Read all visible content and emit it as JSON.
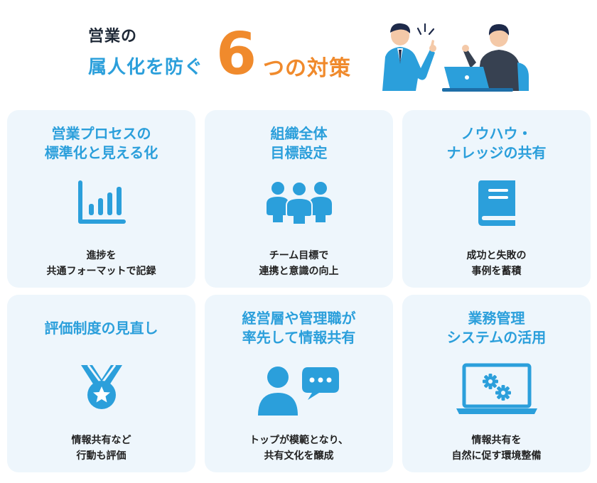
{
  "title": {
    "line1": "営業の",
    "line2": "属人化を防ぐ",
    "number": "6",
    "suffix": "つの対策"
  },
  "colors": {
    "accent_blue": "#2b9fdb",
    "accent_orange": "#f08a2c",
    "card_bg": "#eef6fc",
    "text_dark": "#222222"
  },
  "cards": [
    {
      "title_lines": [
        "営業プロセスの",
        "標準化と見える化"
      ],
      "icon": "bar-chart-icon",
      "desc_lines": [
        "進捗を",
        "共通フォーマットで記録"
      ]
    },
    {
      "title_lines": [
        "組織全体",
        "目標設定"
      ],
      "icon": "team-icon",
      "desc_lines": [
        "チーム目標で",
        "連携と意識の向上"
      ]
    },
    {
      "title_lines": [
        "ノウハウ・",
        "ナレッジの共有"
      ],
      "icon": "book-icon",
      "desc_lines": [
        "成功と失敗の",
        "事例を蓄積"
      ]
    },
    {
      "title_lines": [
        "評価制度の見直し"
      ],
      "icon": "medal-icon",
      "desc_lines": [
        "情報共有など",
        "行動も評価"
      ]
    },
    {
      "title_lines": [
        "経営層や管理職が",
        "率先して情報共有"
      ],
      "icon": "person-speech-icon",
      "desc_lines": [
        "トップが模範となり、",
        "共有文化を醸成"
      ]
    },
    {
      "title_lines": [
        "業務管理",
        "システムの活用"
      ],
      "icon": "laptop-gears-icon",
      "desc_lines": [
        "情報共有を",
        "自然に促す環境整備"
      ]
    }
  ]
}
